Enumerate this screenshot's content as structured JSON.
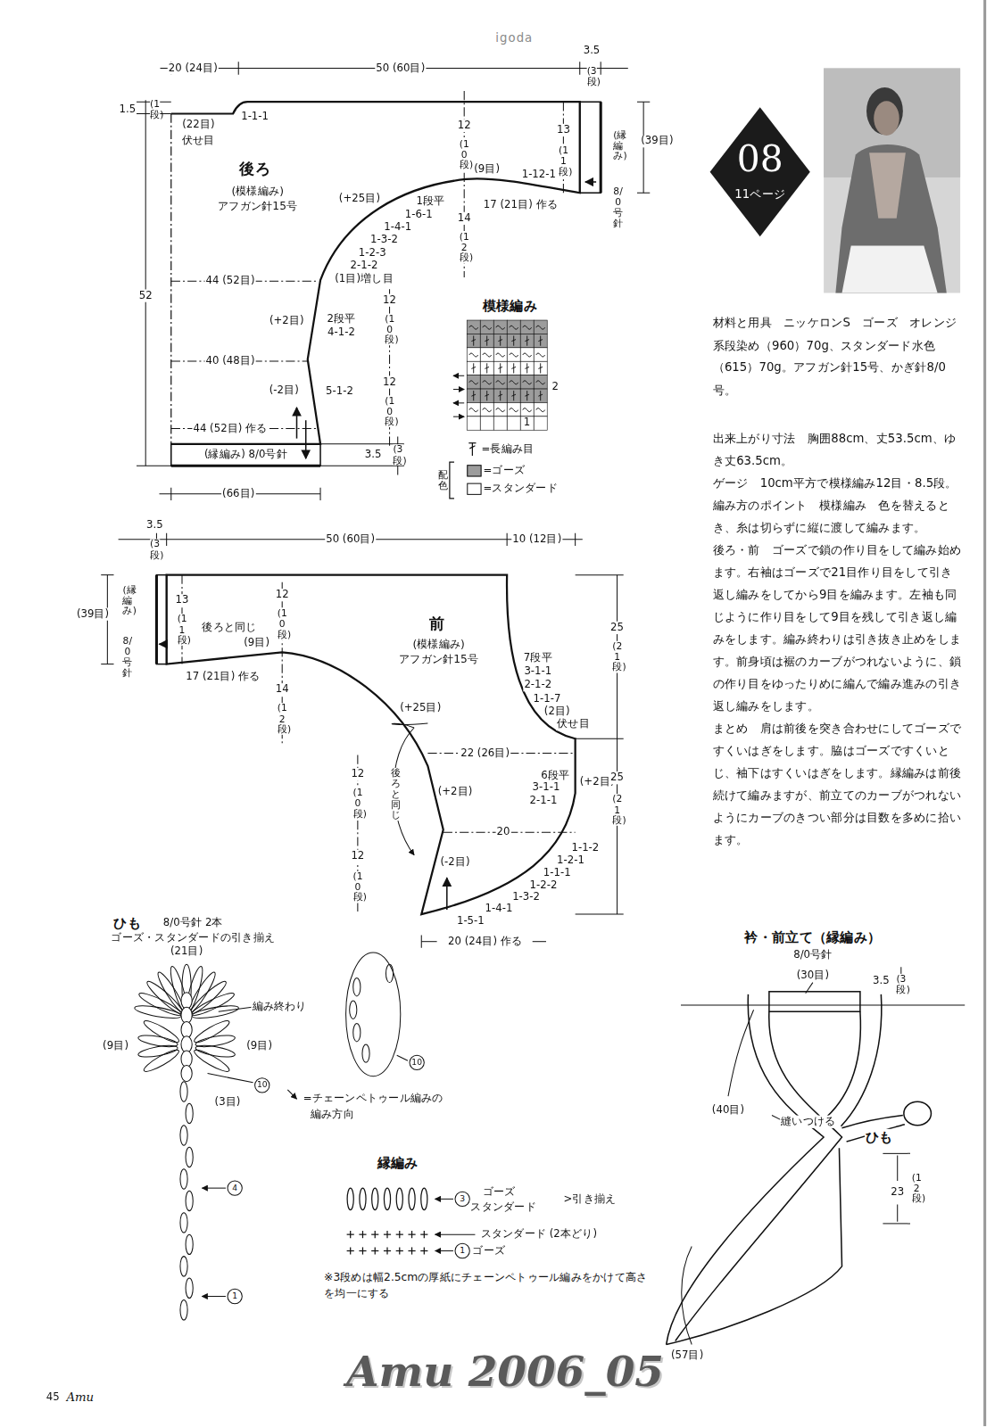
{
  "diagram": {
    "nodes": [
      {
        "text": [
          "08",
          "11ページ"
        ]
      },
      {
        "text": [
          "後ろ",
          "(模様編み)",
          "アフガン針15号"
        ]
      },
      {
        "text": [
          "前",
          "(模様編み)",
          "アフガン針15号"
        ]
      }
    ],
    "labels": [
      "igoda",
      "20 (24目)",
      "50 (60目)",
      "3.5",
      "(3段)",
      "1.5",
      "(1段)",
      "(22目)",
      "伏せ目",
      "1-1-1",
      "(+25目)",
      "1段平",
      "1-6-1",
      "1-4-1",
      "1-3-2",
      "1-2-3",
      "2-1-2",
      "(1目)増し目",
      "12",
      "(10段)",
      "13",
      "(11段)",
      "(9目)",
      "1-12-1",
      "17 (21目) 作る",
      "14",
      "(12段)",
      "(縁編み)",
      "8/0号針",
      "(39目)",
      "52",
      "44 (52目)",
      "(+2目)",
      "2段平",
      "4-1-2",
      "12",
      "(10段)",
      "40 (48目)",
      "(-2目)",
      "5-1-2",
      "12",
      "(10段)",
      "44 (52目) 作る",
      "(縁編み) 8/0号針",
      "3.5",
      "(3段)",
      "(66目)",
      "模様編み",
      "2",
      "1",
      "配色",
      "3.5",
      "(3段)",
      "50 (60目)",
      "10 (12目)",
      "(39目)",
      "(縁編み)",
      "8/0号針",
      "13",
      "(11段)",
      "12",
      "(10段)",
      "後ろと同じ",
      "(9目)",
      "17 (21目) 作る",
      "7段平",
      "3-1-1",
      "2-1-2",
      "1-1-7",
      "(2目)",
      "伏せ目",
      "25",
      "(21段)",
      "14",
      "(12段)",
      "(+25目)",
      "22 (26目)",
      "12",
      "(10段)",
      "後ろと同じ",
      "(+2目)",
      "6段平",
      "3-1-1",
      "2-1-1",
      "(+2目)",
      "25",
      "(21段)",
      "20",
      "12",
      "(10段)",
      "(-2目)",
      "1-1-2",
      "1-2-1",
      "1-1-1",
      "1-2-2",
      "1-3-2",
      "1-4-1",
      "1-5-1",
      "20 (24目) 作る",
      "ひも",
      "8/0号針 2本",
      "ゴーズ・スタンダードの引き揃え",
      "(21目)",
      "編み終わり",
      "(9目)",
      "(9目)",
      "10",
      "(3目)",
      "4",
      "1",
      "10",
      "=チェーンペトゥール編みの",
      "編み方向",
      "縁編み",
      "3",
      "ゴーズ",
      "スタンダード",
      ">引き揃え",
      "スタンダード (2本どり)",
      "1",
      "ゴーズ",
      "※3段めは幅2.5cmの厚紙にチェーンペトゥール編みをかけて高さを均一にする",
      "衿・前立て（縁編み）",
      "8/0号針",
      "(30目)",
      "3.5",
      "(3段)",
      "(40目)",
      "縫いつける",
      "ひも",
      "23",
      "(12段)",
      "(57目)",
      "45",
      "Amu",
      "Amu 2006_05",
      "材料と用具　ニッケロンS　ゴーズ　オレンジ系段染め（960）70g、スタンダード水色（615）70g。アフガン針15号、かぎ針8/0号。",
      "出来上がり寸法　胸囲88cm、丈53.5cm、ゆき丈63.5cm。",
      "ゲージ　10cm平方で模様編み12目・8.5段。",
      "編み方のポイント　模様編み　色を替えるとき、糸は切らずに縦に渡して編みます。",
      "後ろ・前　ゴーズで鎖の作り目をして編み始めます。右袖はゴーズで21目作り目をして引き返し編みをしてから9目を編みます。左袖も同じように作り目をして9目を残して引き返し編みをします。編み終わりは引き抜き止めをします。前身頃は裾のカーブがつれないように、鎖の作り目をゆったりめに編んで編み進みの引き返し編みをします。",
      "まとめ　肩は前後を突き合わせにしてゴーズですくいはぎをします。脇はゴーズですくいとじ、袖下はすくいはぎをします。縁編みは前後続けて編みますが、前立てのカーブがつれないようにカーブのきつい部分は目数を多めに拾います。"
    ],
    "legend": [
      {
        "text": "=長編み目"
      },
      {
        "text": "=ゴーズ",
        "color": "#9c9c9c"
      },
      {
        "text": "=スタンダード",
        "color": "#ffffff"
      }
    ]
  }
}
